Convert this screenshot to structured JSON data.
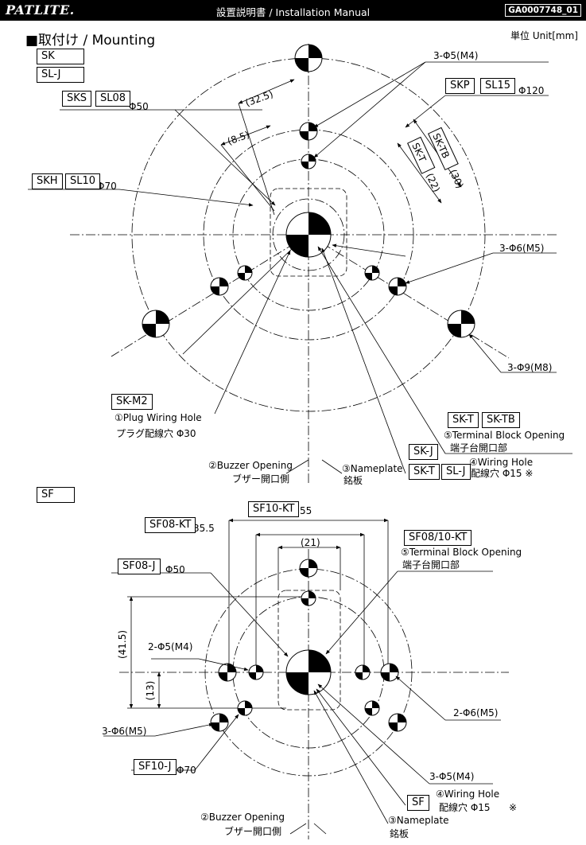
{
  "header": {
    "brand": "PATLITE.",
    "title": "設置説明書 / Installation Manual",
    "doc_code": "GA0007748_01"
  },
  "section": {
    "title": "■取付け / Mounting",
    "unit": "単位 Unit[mm]"
  },
  "sk": {
    "tags": {
      "sk": "SK",
      "slj": "SL-J",
      "sf": "SF"
    },
    "labels": {
      "sks": "SKS",
      "sl08": "SL08",
      "phi50": "Φ50",
      "skh": "SKH",
      "sl10": "SL10",
      "phi70": "Φ70",
      "skp": "SKP",
      "sl15": "SL15",
      "phi120": "Φ120",
      "sktb": "SK-TB",
      "dim30": "(30)",
      "skt": "SK-T",
      "dim22": "(22)",
      "dim325": "(32.5)",
      "dim85": "(8.5)",
      "m4": "3-Φ5(M4)",
      "m5": "3-Φ6(M5)",
      "m8": "3-Φ9(M8)",
      "skm2": "SK-M2",
      "plug_en": "①Plug Wiring Hole",
      "plug_jp": "プラグ配線穴 Φ30",
      "skt2": "SK-T",
      "sktb2": "SK-TB",
      "term_en": "⑤Terminal Block Opening",
      "term_jp": "端子台開口部",
      "skj": "SK-J",
      "skt3": "SK-T",
      "slj": "SL-J",
      "wire_en": "④Wiring Hole",
      "wire_jp": "配線穴 Φ15 ※",
      "buzz_en": "②Buzzer Opening",
      "buzz_jp": "ブザー開口側",
      "name_en": "③Nameplate",
      "name_jp": "銘板"
    }
  },
  "sf": {
    "labels": {
      "sf10kt": "SF10-KT",
      "d55": "55",
      "sf08kt": "SF08-KT",
      "d355": "35.5",
      "d21": "(21)",
      "sf0810kt": "SF08/10-KT",
      "term_en": "⑤Terminal Block Opening",
      "term_jp": "端子台開口部",
      "sf08j": "SF08-J",
      "phi50": "Φ50",
      "d415": "(41.5)",
      "d13": "(13)",
      "m4": "2-Φ5(M4)",
      "m5r": "2-Φ6(M5)",
      "m5l": "3-Φ6(M5)",
      "m4b": "3-Φ5(M4)",
      "sf10j": "SF10-J",
      "phi70": "Φ70",
      "sf": "SF",
      "wire_en": "④Wiring Hole",
      "wire_jp": "配線穴 Φ15",
      "note": "※",
      "buzz_en": "②Buzzer Opening",
      "buzz_jp": "ブザー開口側",
      "name_en": "③Nameplate",
      "name_jp": "銘板"
    }
  }
}
